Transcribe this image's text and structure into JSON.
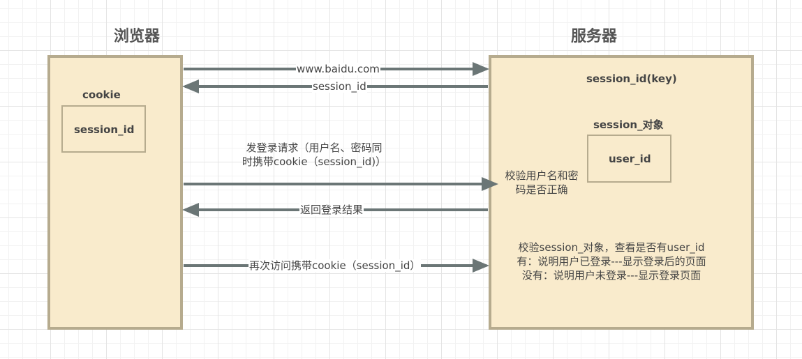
{
  "browser": {
    "title": "浏览器",
    "cookie_label": "cookie",
    "cookie_value": "session_id"
  },
  "server": {
    "title": "服务器",
    "key_label": "session_id(key)",
    "object_label": "session_对象",
    "object_value": "user_id",
    "verify_note": [
      "校验用户名和密",
      "码是否正确"
    ],
    "session_note": [
      "校验session_对象，查看是否有user_id",
      "有：说明用户已登录---显示登录后的页面",
      "没有：说明用户未登录---显示登录页面"
    ]
  },
  "arrows": {
    "request_label": "www.baidu.com",
    "response_label": "session_id",
    "login_request_lines": [
      "发登录请求（用户名、密码同",
      "时携带cookie（session_id)）"
    ],
    "login_result_label": "返回登录结果",
    "revisit_label": "再次访问携带cookie（session_id）"
  },
  "colors": {
    "panel_fill": "#f9ebcc",
    "panel_border": "#b6ab8e",
    "arrow": "#6b7676"
  }
}
